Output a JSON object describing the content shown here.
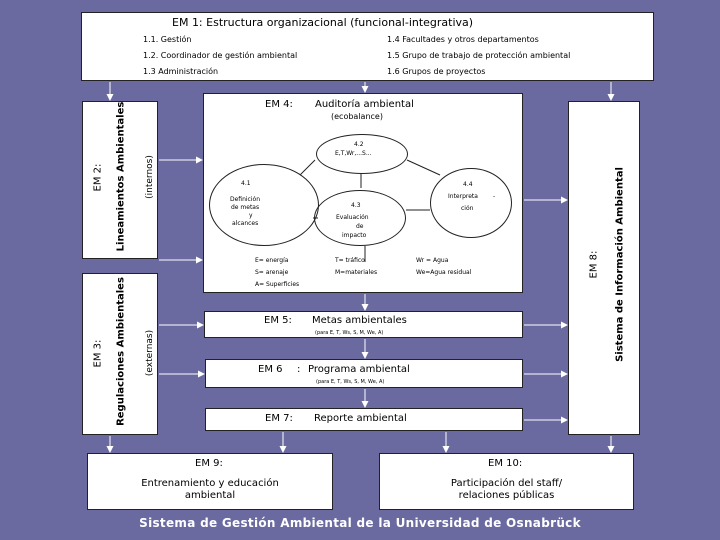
{
  "colors": {
    "background": "#6a6aa0",
    "box": "#ffffff",
    "text": "#000000",
    "footer_text": "#ffffff"
  },
  "em1": {
    "title": "EM 1: Estructura organizacional (funcional-integrativa)",
    "items": [
      "1.1. Gestión",
      "1.2. Coordinador de gestión ambiental",
      "1.3 Administración",
      "1.4 Facultades y otros departamentos",
      "1.5 Grupo de trabajo de protección ambiental",
      "1.6 Grupos de proyectos"
    ]
  },
  "em2": {
    "code": "EM 2:",
    "title": "Lineamientos Ambientales",
    "sub": "(internos)"
  },
  "em3": {
    "code": "EM 3:",
    "title": "Regulaciones  Ambientales",
    "sub": "(externas)"
  },
  "em4": {
    "code": "EM 4:",
    "title": "Auditoría ambiental",
    "sub": "(ecobalance)",
    "n42": {
      "num": "4.2",
      "text": "E,T,Wr,...S..."
    },
    "n41": {
      "num": "4.1",
      "lines": [
        "Definición",
        "de metas",
        "y",
        "alcances"
      ]
    },
    "n43": {
      "num": "4.3",
      "lines": [
        "Evaluación",
        "de",
        "impacto"
      ]
    },
    "n44": {
      "num": "4.4",
      "lines": [
        "Interpreta",
        "ción"
      ],
      "dash": "-"
    },
    "legend": [
      "E= energía",
      "T= tráfico",
      "Wr = Agua",
      "S= arenaje",
      "M=materiales",
      "We=Agua residual",
      "A= Superficies"
    ]
  },
  "em5": {
    "code": "EM 5:",
    "title": "Metas ambientales",
    "note": "(para E, T, Ws, S, M, We, A)"
  },
  "em6": {
    "code": "EM 6",
    "colon": ":",
    "title": "Programa ambiental",
    "note": "(para E, T, Ws, S, M, We, A)"
  },
  "em7": {
    "code": "EM 7:",
    "title": "Reporte ambiental"
  },
  "em8": {
    "code": "EM 8:",
    "title": "Sistema de Información Ambiental"
  },
  "em9": {
    "code": "EM 9:",
    "title_lines": [
      "Entrenamiento y educación",
      "ambiental"
    ]
  },
  "em10": {
    "code": "EM 10:",
    "title_lines": [
      "Participación del staff/",
      "relaciones públicas"
    ]
  },
  "footer": "Sistema de Gestión Ambiental de la Universidad de Osnabrück"
}
